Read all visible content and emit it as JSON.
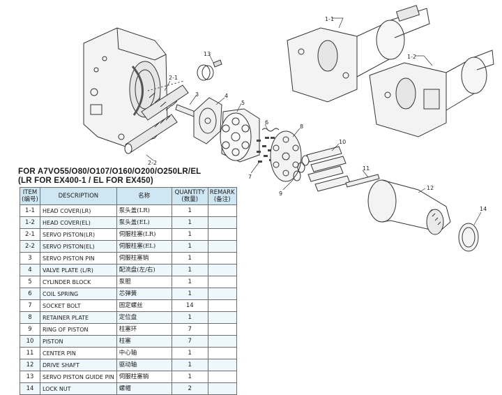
{
  "title": {
    "line1": "FOR A7VO55/O80/O107/O160/O200/O250LR/EL",
    "line2": "(LR FOR EX400-1 / EL FOR EX450)"
  },
  "table": {
    "headers": {
      "item": "ITEM",
      "item_sub": "(编号)",
      "description": "DESCRIPTION",
      "name_cn": "名称",
      "quantity": "QUANTITY",
      "quantity_sub": "(数量)",
      "remark": "REMARK",
      "remark_sub": "(备注)"
    },
    "rows": [
      {
        "item": "1-1",
        "description": "HEAD COVER(LR)",
        "name_cn": "泵头盖(LR)",
        "qty": "1",
        "remark": ""
      },
      {
        "item": "1-2",
        "description": "HEAD COVER(EL)",
        "name_cn": "泵头盖(EL)",
        "qty": "1",
        "remark": ""
      },
      {
        "item": "2-1",
        "description": "SERVO PISTON(LR)",
        "name_cn": "伺服柱塞(LR)",
        "qty": "1",
        "remark": ""
      },
      {
        "item": "2-2",
        "description": "SERVO PISTON(EL)",
        "name_cn": "伺服柱塞(EL)",
        "qty": "1",
        "remark": ""
      },
      {
        "item": "3",
        "description": "SERVO PISTON PIN",
        "name_cn": "伺服柱塞销",
        "qty": "1",
        "remark": ""
      },
      {
        "item": "4",
        "description": "VALVE PLATE (L/R)",
        "name_cn": "配流盘(左/右)",
        "qty": "1",
        "remark": ""
      },
      {
        "item": "5",
        "description": "CYLINDER BLOCK",
        "name_cn": "泵胆",
        "qty": "1",
        "remark": ""
      },
      {
        "item": "6",
        "description": "COIL SPRING",
        "name_cn": "芯弹簧",
        "qty": "1",
        "remark": ""
      },
      {
        "item": "7",
        "description": "SOCKET BOLT",
        "name_cn": "固定螺丝",
        "qty": "14",
        "remark": ""
      },
      {
        "item": "8",
        "description": "RETAINER PLATE",
        "name_cn": "定位盘",
        "qty": "1",
        "remark": ""
      },
      {
        "item": "9",
        "description": "RING OF PISTON",
        "name_cn": "柱塞环",
        "qty": "7",
        "remark": ""
      },
      {
        "item": "10",
        "description": "PISTON",
        "name_cn": "柱塞",
        "qty": "7",
        "remark": ""
      },
      {
        "item": "11",
        "description": "CENTER PIN",
        "name_cn": "中心轴",
        "qty": "1",
        "remark": ""
      },
      {
        "item": "12",
        "description": "DRIVE SHAFT",
        "name_cn": "驱动轴",
        "qty": "1",
        "remark": ""
      },
      {
        "item": "13",
        "description": "SERVO PISTON GUIDE PIN",
        "name_cn": "伺服柱塞销",
        "qty": "1",
        "remark": ""
      },
      {
        "item": "14",
        "description": "LOCK NUT",
        "name_cn": "螺帽",
        "qty": "2",
        "remark": ""
      }
    ]
  },
  "callouts": {
    "c1_1": "1-1",
    "c1_2": "1-2",
    "c2_1": "2-1",
    "c2_2": "2-2",
    "c3": "3",
    "c4": "4",
    "c5": "5",
    "c6": "6",
    "c7": "7",
    "c8": "8",
    "c9": "9",
    "c10": "10",
    "c11": "11",
    "c12": "12",
    "c13": "13",
    "c14": "14"
  }
}
